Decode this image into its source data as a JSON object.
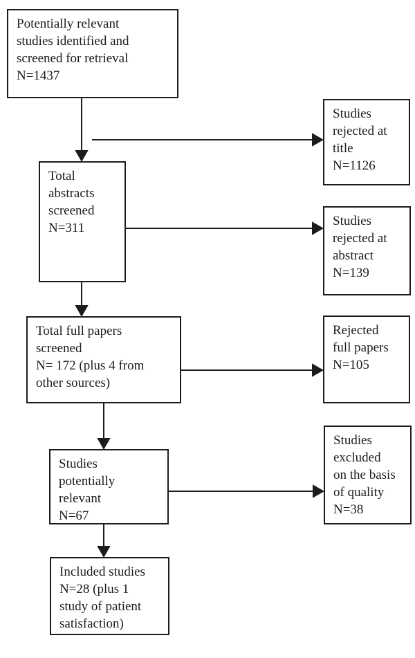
{
  "diagram": {
    "type": "flowchart",
    "description": "Study selection flow diagram",
    "colors": {
      "background": "#ffffff",
      "line": "#1c1c1c",
      "text": "#1c1c1c"
    },
    "nodes": {
      "identified": {
        "text": "Potentially relevant\nstudies identified and\nscreened for retrieval\nN=1437"
      },
      "rej_title": {
        "text": "Studies\nrejected at\ntitle\nN=1126"
      },
      "abstracts": {
        "text": "Total\nabstracts\nscreened\nN=311"
      },
      "rej_abstract": {
        "text": "Studies\nrejected at\nabstract\nN=139"
      },
      "fullpapers": {
        "text": "Total full papers\nscreened\nN= 172 (plus 4 from\nother sources)"
      },
      "rej_full": {
        "text": "Rejected\nfull papers\nN=105"
      },
      "relevant": {
        "text": "Studies\npotentially\nrelevant\nN=67"
      },
      "excl_quality": {
        "text": "Studies\nexcluded\non the basis\nof quality\nN=38"
      },
      "included": {
        "text": "Included studies\nN=28 (plus 1\nstudy of patient\nsatisfaction)"
      }
    }
  }
}
